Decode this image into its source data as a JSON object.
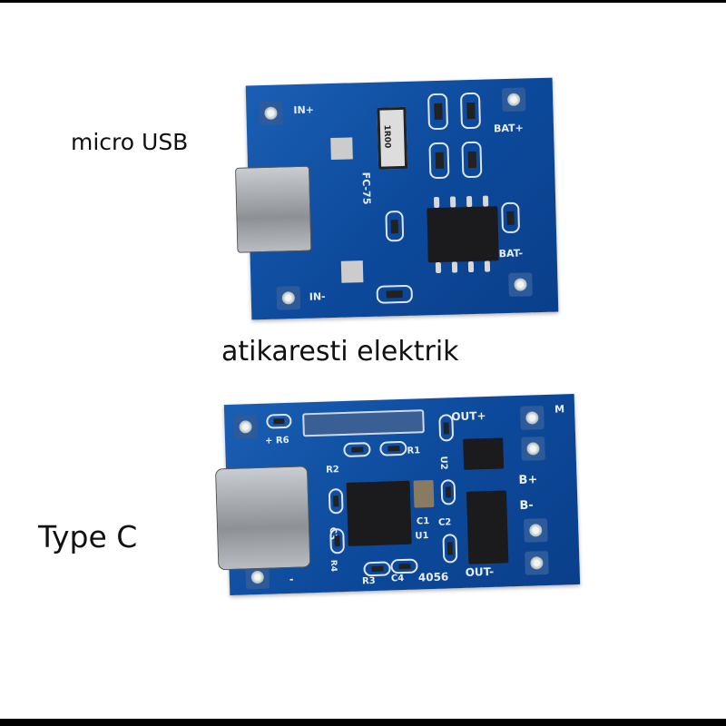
{
  "captions": {
    "micro_usb": "micro USB",
    "brand": "atikaresti elektrik",
    "type_c": "Type C"
  },
  "board_micro_usb": {
    "silkscreen": {
      "in_plus": "IN+",
      "in_minus": "IN-",
      "bat_plus": "BAT+",
      "bat_minus": "BAT-",
      "resistor": "1R00",
      "part": "FC-75"
    }
  },
  "board_type_c": {
    "silkscreen": {
      "out_plus": "OUT+",
      "out_minus": "OUT-",
      "m": "M",
      "b_plus": "B+",
      "b_minus": "B-",
      "plus_r6": "+ R6",
      "minus": "-",
      "r1": "R1",
      "r2": "R2",
      "r3": "R3",
      "r4": "R4",
      "c1": "C1",
      "c2": "C2",
      "c3": "C3",
      "c4": "C4",
      "u1": "U1",
      "u2": "U2",
      "model": "4056"
    }
  },
  "colors": {
    "pcb": "#0d4a9c",
    "silkscreen": "#e8eef8",
    "text": "#111111"
  }
}
